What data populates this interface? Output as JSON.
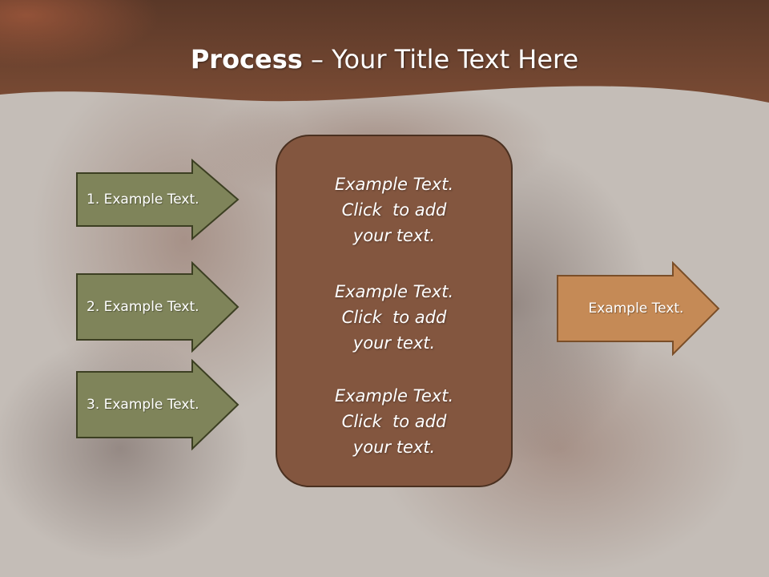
{
  "slide": {
    "title_bold": "Process",
    "title_rest": " – Your Title Text Here"
  },
  "left_arrows": [
    {
      "label": "1. Example Text."
    },
    {
      "label": "2. Example Text."
    },
    {
      "label": "3. Example Text."
    }
  ],
  "center_box": {
    "blocks": [
      {
        "lines": [
          "Example Text.",
          "Click  to add",
          "your text."
        ]
      },
      {
        "lines": [
          "Example Text.",
          "Click  to add",
          "your text."
        ]
      },
      {
        "lines": [
          "Example Text.",
          "Click  to add",
          "your text."
        ]
      }
    ]
  },
  "right_arrow": {
    "label": "Example Text."
  },
  "colors": {
    "header": "#6b4230",
    "left_arrow_fill": "#7f845a",
    "left_arrow_stroke": "#3c3f22",
    "center_fill": "#83563f",
    "right_arrow_fill": "#c58a56",
    "right_arrow_stroke": "#7a4e28"
  }
}
